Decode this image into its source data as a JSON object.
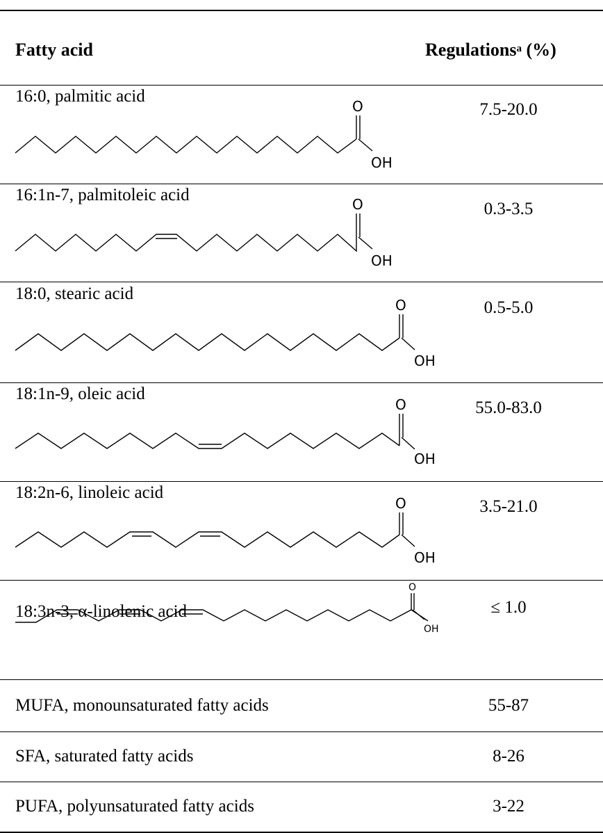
{
  "header": {
    "fatty_acid": "Fatty acid",
    "regulations": "Regulations",
    "regulations_sup": "a",
    "regulations_unit": " (%)"
  },
  "rows": [
    {
      "name": "16:0, palmitic acid",
      "value": "7.5-20.0",
      "o_label": "O",
      "oh_label": "OH"
    },
    {
      "name": "16:1n-7, palmitoleic acid",
      "value": "0.3-3.5",
      "o_label": "O",
      "oh_label": "OH"
    },
    {
      "name": "18:0, stearic acid",
      "value": "0.5-5.0",
      "o_label": "O",
      "oh_label": "OH"
    },
    {
      "name": "18:1n-9, oleic acid",
      "value": "55.0-83.0",
      "o_label": "O",
      "oh_label": "OH"
    },
    {
      "name": "18:2n-6, linoleic acid",
      "value": "3.5-21.0",
      "o_label": "O",
      "oh_label": "OH"
    },
    {
      "name": "18:3n-3, α-linolenic acid",
      "value": "≤ 1.0",
      "o_label": "O",
      "oh_label": "OH"
    }
  ],
  "summary": [
    {
      "name": "MUFA, monounsaturated fatty acids",
      "value": "55-87"
    },
    {
      "name": "SFA, saturated fatty acids",
      "value": "8-26"
    },
    {
      "name": "PUFA, polyunsaturated fatty acids",
      "value": "3-22"
    }
  ]
}
